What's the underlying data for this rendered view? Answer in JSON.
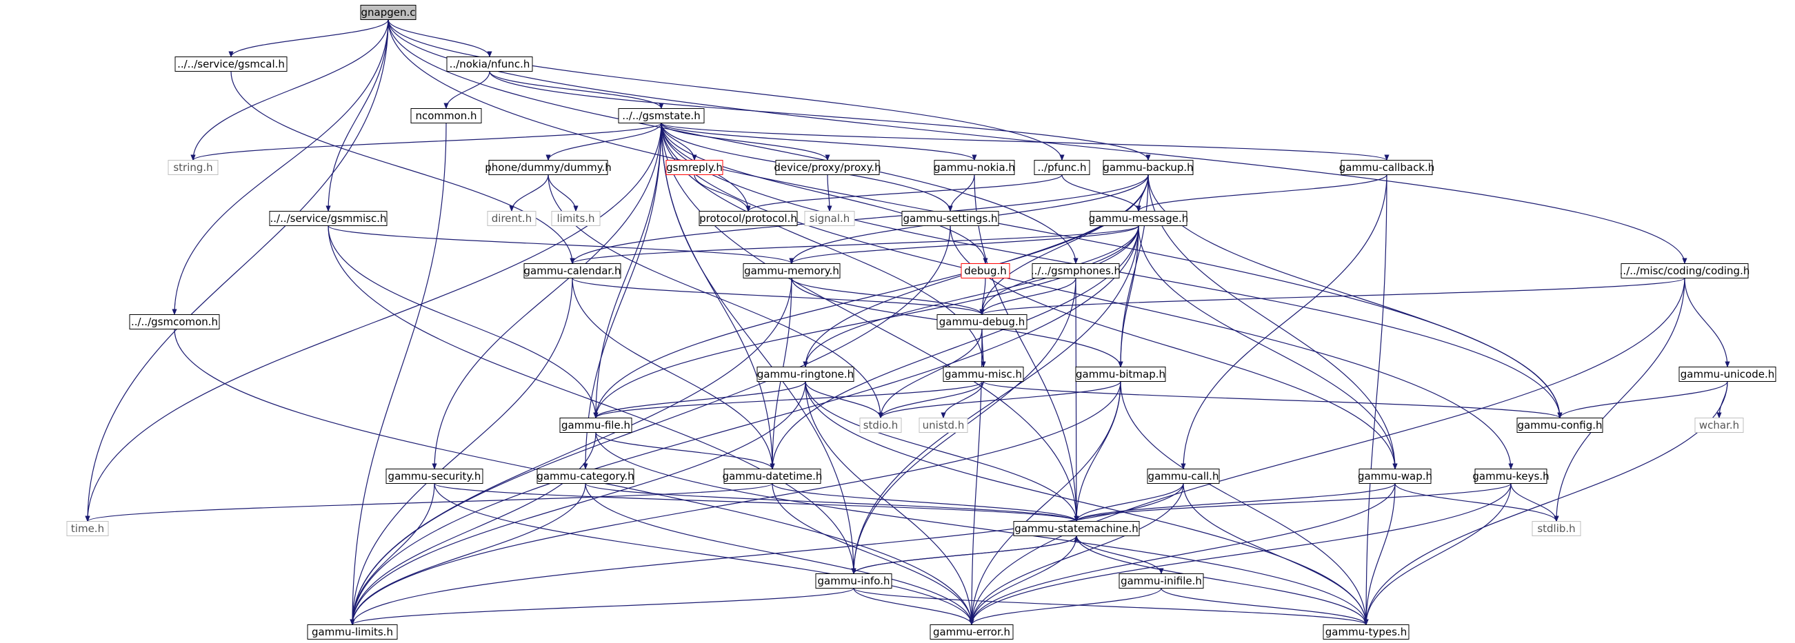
{
  "colors": {
    "edge": "#191970",
    "box_normal": "#000000",
    "box_missing": "#bfbfbf",
    "box_incomplete": "#ff0000",
    "root_fill": "#bfbfbf",
    "text": "#000000",
    "text_missing": "#555555"
  },
  "nodes": [
    {
      "id": "gnapgen",
      "label": "gnapgen.c",
      "kind": "root"
    },
    {
      "id": "gsmcal",
      "label": "../../service/gsmcal.h",
      "kind": "normal"
    },
    {
      "id": "nfunc",
      "label": "../nokia/nfunc.h",
      "kind": "normal"
    },
    {
      "id": "ncommon",
      "label": "ncommon.h",
      "kind": "normal"
    },
    {
      "id": "gsmstate",
      "label": "../../gsmstate.h",
      "kind": "normal"
    },
    {
      "id": "string",
      "label": "string.h",
      "kind": "missing"
    },
    {
      "id": "dummy",
      "label": "phone/dummy/dummy.h",
      "kind": "normal"
    },
    {
      "id": "gsmreply",
      "label": "gsmreply.h",
      "kind": "incomplete"
    },
    {
      "id": "proxy",
      "label": "device/proxy/proxy.h",
      "kind": "normal"
    },
    {
      "id": "gnokia",
      "label": "gammu-nokia.h",
      "kind": "normal"
    },
    {
      "id": "pfunc",
      "label": "../pfunc.h",
      "kind": "normal"
    },
    {
      "id": "gbackup",
      "label": "gammu-backup.h",
      "kind": "normal"
    },
    {
      "id": "gcallback",
      "label": "gammu-callback.h",
      "kind": "normal"
    },
    {
      "id": "dirent",
      "label": "dirent.h",
      "kind": "missing"
    },
    {
      "id": "limits",
      "label": "limits.h",
      "kind": "missing"
    },
    {
      "id": "protocol",
      "label": "protocol/protocol.h",
      "kind": "normal"
    },
    {
      "id": "signal",
      "label": "signal.h",
      "kind": "missing"
    },
    {
      "id": "gsettings",
      "label": "gammu-settings.h",
      "kind": "normal"
    },
    {
      "id": "gmessage",
      "label": "gammu-message.h",
      "kind": "normal"
    },
    {
      "id": "gsmmisc",
      "label": "../../service/gsmmisc.h",
      "kind": "normal"
    },
    {
      "id": "gcalendar",
      "label": "gammu-calendar.h",
      "kind": "normal"
    },
    {
      "id": "gmemory",
      "label": "gammu-memory.h",
      "kind": "normal"
    },
    {
      "id": "debug",
      "label": "debug.h",
      "kind": "incomplete"
    },
    {
      "id": "gsmphones",
      "label": "../../gsmphones.h",
      "kind": "normal"
    },
    {
      "id": "coding",
      "label": "../../misc/coding/coding.h",
      "kind": "normal"
    },
    {
      "id": "gsmcomon",
      "label": "../../gsmcomon.h",
      "kind": "normal"
    },
    {
      "id": "gdebug",
      "label": "gammu-debug.h",
      "kind": "normal"
    },
    {
      "id": "gringtone",
      "label": "gammu-ringtone.h",
      "kind": "normal"
    },
    {
      "id": "gmisc",
      "label": "gammu-misc.h",
      "kind": "normal"
    },
    {
      "id": "gbitmap",
      "label": "gammu-bitmap.h",
      "kind": "normal"
    },
    {
      "id": "gunicode",
      "label": "gammu-unicode.h",
      "kind": "normal"
    },
    {
      "id": "gfile",
      "label": "gammu-file.h",
      "kind": "normal"
    },
    {
      "id": "stdio",
      "label": "stdio.h",
      "kind": "missing"
    },
    {
      "id": "unistd",
      "label": "unistd.h",
      "kind": "missing"
    },
    {
      "id": "gconfig",
      "label": "gammu-config.h",
      "kind": "normal"
    },
    {
      "id": "wchar",
      "label": "wchar.h",
      "kind": "missing"
    },
    {
      "id": "gsecurity",
      "label": "gammu-security.h",
      "kind": "normal"
    },
    {
      "id": "gcategory",
      "label": "gammu-category.h",
      "kind": "normal"
    },
    {
      "id": "gdatetime",
      "label": "gammu-datetime.h",
      "kind": "normal"
    },
    {
      "id": "gcall",
      "label": "gammu-call.h",
      "kind": "normal"
    },
    {
      "id": "gwap",
      "label": "gammu-wap.h",
      "kind": "normal"
    },
    {
      "id": "gkeys",
      "label": "gammu-keys.h",
      "kind": "normal"
    },
    {
      "id": "time",
      "label": "time.h",
      "kind": "missing"
    },
    {
      "id": "gstatemachine",
      "label": "gammu-statemachine.h",
      "kind": "normal"
    },
    {
      "id": "stdlib",
      "label": "stdlib.h",
      "kind": "missing"
    },
    {
      "id": "ginfo",
      "label": "gammu-info.h",
      "kind": "normal"
    },
    {
      "id": "ginifile",
      "label": "gammu-inifile.h",
      "kind": "normal"
    },
    {
      "id": "glimits",
      "label": "gammu-limits.h",
      "kind": "normal"
    },
    {
      "id": "gerror",
      "label": "gammu-error.h",
      "kind": "normal"
    },
    {
      "id": "gtypes",
      "label": "gammu-types.h",
      "kind": "normal"
    }
  ],
  "edges": [
    [
      "gnapgen",
      "gsmcal"
    ],
    [
      "gnapgen",
      "nfunc"
    ],
    [
      "gnapgen",
      "string"
    ],
    [
      "gnapgen",
      "time"
    ],
    [
      "gnapgen",
      "gsmmisc"
    ],
    [
      "gnapgen",
      "gsmcomon"
    ],
    [
      "gnapgen",
      "pfunc"
    ],
    [
      "gnapgen",
      "gsmphones"
    ],
    [
      "gnapgen",
      "gconfig"
    ],
    [
      "gnapgen",
      "coding"
    ],
    [
      "gsmcal",
      "gcalendar"
    ],
    [
      "nfunc",
      "ncommon"
    ],
    [
      "nfunc",
      "gsmstate"
    ],
    [
      "nfunc",
      "gbackup"
    ],
    [
      "ncommon",
      "glimits"
    ],
    [
      "gsmstate",
      "string"
    ],
    [
      "gsmstate",
      "time"
    ],
    [
      "gsmstate",
      "dummy"
    ],
    [
      "gsmstate",
      "gsmreply"
    ],
    [
      "gsmstate",
      "protocol"
    ],
    [
      "gsmstate",
      "proxy"
    ],
    [
      "gsmstate",
      "gnokia"
    ],
    [
      "gsmstate",
      "gsettings"
    ],
    [
      "gsmstate",
      "gcallback"
    ],
    [
      "gsmstate",
      "gkeys"
    ],
    [
      "gsmstate",
      "gconfig"
    ],
    [
      "gsmstate",
      "gfile"
    ],
    [
      "gsmstate",
      "gmisc"
    ],
    [
      "gsmstate",
      "debug"
    ],
    [
      "gsmstate",
      "gsecurity"
    ],
    [
      "gsmstate",
      "gcategory"
    ],
    [
      "gsmstate",
      "gdatetime"
    ],
    [
      "gsmstate",
      "ginfo"
    ],
    [
      "gsmstate",
      "gstatemachine"
    ],
    [
      "dummy",
      "dirent"
    ],
    [
      "dummy",
      "limits"
    ],
    [
      "dummy",
      "stdio"
    ],
    [
      "gsmreply",
      "protocol"
    ],
    [
      "proxy",
      "signal"
    ],
    [
      "gnokia",
      "gsettings"
    ],
    [
      "gnokia",
      "gstatemachine"
    ],
    [
      "pfunc",
      "gmessage"
    ],
    [
      "pfunc",
      "protocol"
    ],
    [
      "gbackup",
      "gmessage"
    ],
    [
      "gbackup",
      "gcalendar"
    ],
    [
      "gbackup",
      "gmemory"
    ],
    [
      "gbackup",
      "gbitmap"
    ],
    [
      "gbackup",
      "gwap"
    ],
    [
      "gbackup",
      "gconfig"
    ],
    [
      "gbackup",
      "gfile"
    ],
    [
      "gbackup",
      "gringtone"
    ],
    [
      "gbackup",
      "gdebug"
    ],
    [
      "gcallback",
      "gmessage"
    ],
    [
      "gcallback",
      "gcall"
    ],
    [
      "gcallback",
      "gtypes"
    ],
    [
      "gsettings",
      "gwap"
    ],
    [
      "gsettings",
      "glimits"
    ],
    [
      "gmessage",
      "gcalendar"
    ],
    [
      "gmessage",
      "gmemory"
    ],
    [
      "gmessage",
      "gbitmap"
    ],
    [
      "gmessage",
      "gwap"
    ],
    [
      "gmessage",
      "gringtone"
    ],
    [
      "gmessage",
      "gdatetime"
    ],
    [
      "gmessage",
      "gdebug"
    ],
    [
      "gmessage",
      "glimits"
    ],
    [
      "gmessage",
      "gfile"
    ],
    [
      "gmessage",
      "ginfo"
    ],
    [
      "gsmmisc",
      "gmemory"
    ],
    [
      "gsmmisc",
      "gfile"
    ],
    [
      "gsmmisc",
      "ginfo"
    ],
    [
      "gcalendar",
      "gdebug"
    ],
    [
      "gcalendar",
      "glimits"
    ],
    [
      "gcalendar",
      "gdatetime"
    ],
    [
      "gmemory",
      "gdebug"
    ],
    [
      "gmemory",
      "gbitmap"
    ],
    [
      "gmemory",
      "glimits"
    ],
    [
      "gmemory",
      "gdatetime"
    ],
    [
      "debug",
      "gdebug"
    ],
    [
      "gsmphones",
      "gdebug"
    ],
    [
      "gsmphones",
      "gstatemachine"
    ],
    [
      "gsmphones",
      "ginfo"
    ],
    [
      "coding",
      "gdebug"
    ],
    [
      "coding",
      "gunicode"
    ],
    [
      "coding",
      "stdlib"
    ],
    [
      "coding",
      "gerror"
    ],
    [
      "gsmcomon",
      "gerror"
    ],
    [
      "gdebug",
      "stdio"
    ],
    [
      "gdebug",
      "gmisc"
    ],
    [
      "gdebug",
      "gerror"
    ],
    [
      "gringtone",
      "gfile"
    ],
    [
      "gringtone",
      "stdio"
    ],
    [
      "gringtone",
      "glimits"
    ],
    [
      "gringtone",
      "gstatemachine"
    ],
    [
      "gringtone",
      "gerror"
    ],
    [
      "gringtone",
      "gtypes"
    ],
    [
      "gmisc",
      "stdio"
    ],
    [
      "gmisc",
      "unistd"
    ],
    [
      "gmisc",
      "gfile"
    ],
    [
      "gmisc",
      "gconfig"
    ],
    [
      "gbitmap",
      "stdio"
    ],
    [
      "gbitmap",
      "gstatemachine"
    ],
    [
      "gbitmap",
      "glimits"
    ],
    [
      "gbitmap",
      "gerror"
    ],
    [
      "gbitmap",
      "gtypes"
    ],
    [
      "gunicode",
      "gconfig"
    ],
    [
      "gunicode",
      "wchar"
    ],
    [
      "gunicode",
      "gtypes"
    ],
    [
      "gfile",
      "gdatetime"
    ],
    [
      "gfile",
      "glimits"
    ],
    [
      "gfile",
      "gtypes"
    ],
    [
      "gsecurity",
      "glimits"
    ],
    [
      "gsecurity",
      "gstatemachine"
    ],
    [
      "gsecurity",
      "gerror"
    ],
    [
      "gcategory",
      "glimits"
    ],
    [
      "gcategory",
      "gstatemachine"
    ],
    [
      "gcategory",
      "gerror"
    ],
    [
      "gdatetime",
      "time"
    ],
    [
      "gdatetime",
      "gstatemachine"
    ],
    [
      "gdatetime",
      "gerror"
    ],
    [
      "gcall",
      "gstatemachine"
    ],
    [
      "gcall",
      "glimits"
    ],
    [
      "gcall",
      "gerror"
    ],
    [
      "gcall",
      "gtypes"
    ],
    [
      "gwap",
      "gstatemachine"
    ],
    [
      "gwap",
      "gerror"
    ],
    [
      "gwap",
      "gtypes"
    ],
    [
      "gwap",
      "stdlib"
    ],
    [
      "gkeys",
      "gstatemachine"
    ],
    [
      "gkeys",
      "stdlib"
    ],
    [
      "gkeys",
      "gerror"
    ],
    [
      "gkeys",
      "gtypes"
    ],
    [
      "gstatemachine",
      "ginfo"
    ],
    [
      "gstatemachine",
      "ginifile"
    ],
    [
      "gstatemachine",
      "gerror"
    ],
    [
      "gstatemachine",
      "gtypes"
    ],
    [
      "ginfo",
      "gstatemachine"
    ],
    [
      "ginfo",
      "glimits"
    ],
    [
      "ginfo",
      "gerror"
    ],
    [
      "ginfo",
      "gtypes"
    ],
    [
      "ginifile",
      "gerror"
    ],
    [
      "ginifile",
      "gtypes"
    ]
  ]
}
